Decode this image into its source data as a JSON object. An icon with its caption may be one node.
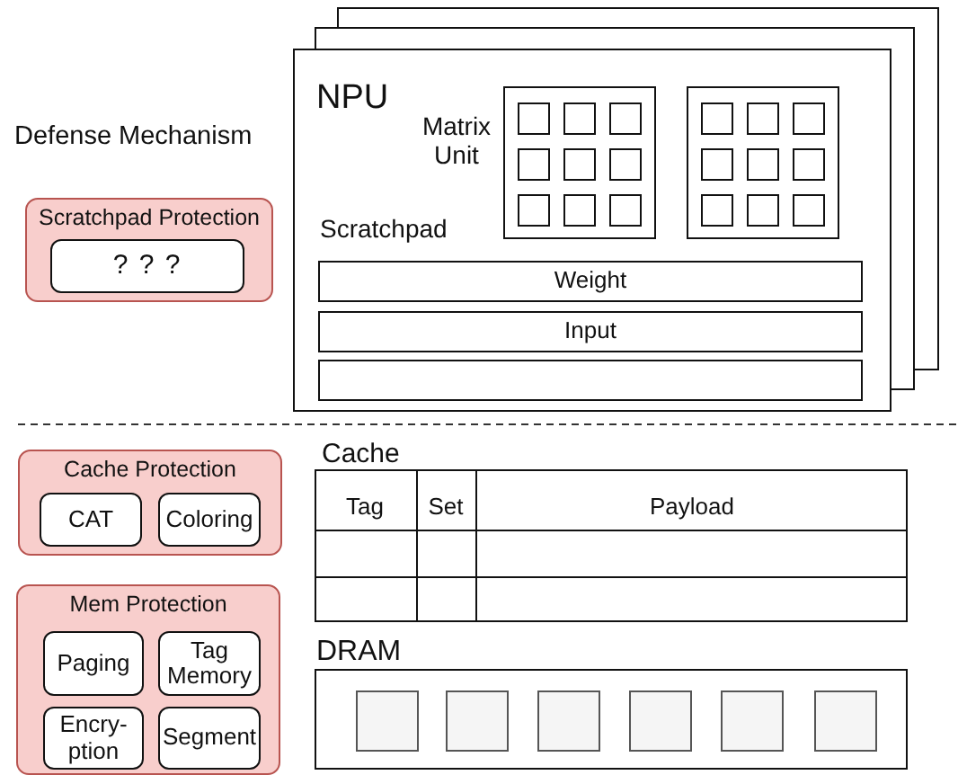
{
  "diagram": {
    "nodes": [
      {
        "text": [
          "NPU",
          "Scratchpad"
        ]
      },
      {
        "text": [
          "Matrix Unit"
        ],
        "in": 0
      },
      {
        "text": [],
        "shape": "box",
        "in": 0
      },
      {
        "text": [
          "Weight"
        ],
        "in": 0
      },
      {
        "text": [
          "Input"
        ],
        "in": 0
      },
      {
        "text": [],
        "shape": "bar",
        "in": 0
      },
      {
        "text": [
          "Scratchpad Protection"
        ]
      },
      {
        "text": [
          "? ? ?"
        ],
        "in": 6
      },
      {
        "text": [
          "Cache Protection"
        ]
      },
      {
        "text": [
          "CAT"
        ],
        "in": 8
      },
      {
        "text": [
          "Coloring"
        ],
        "in": 8
      },
      {
        "text": [
          "Mem Protection"
        ]
      },
      {
        "text": [
          "Paging"
        ],
        "in": 11
      },
      {
        "text": [
          "Tag Memory"
        ],
        "in": 11
      },
      {
        "text": [
          "Encry- ption"
        ],
        "in": 11
      },
      {
        "text": [
          "Segment"
        ],
        "in": 11
      },
      {
        "text": [
          "Cache"
        ]
      },
      {
        "text": [
          "DRAM"
        ]
      },
      {
        "text": [],
        "shape": "box",
        "in": 17
      },
      {
        "text": [],
        "shape": "box",
        "in": 17
      },
      {
        "text": [],
        "shape": "box",
        "in": 17
      },
      {
        "text": [],
        "shape": "box",
        "in": 17
      },
      {
        "text": [],
        "shape": "box",
        "in": 17
      },
      {
        "text": [],
        "shape": "box",
        "in": 17
      }
    ],
    "labels": [
      "Defense Mechanism",
      "Tag",
      "Set",
      "Payload"
    ]
  }
}
